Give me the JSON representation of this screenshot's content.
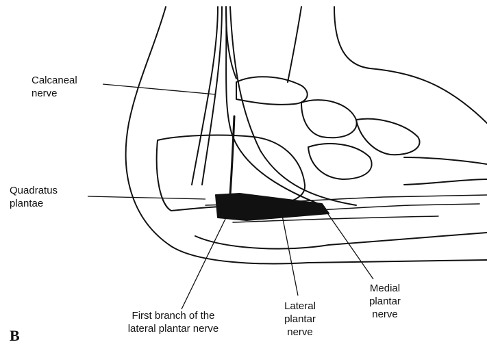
{
  "panel_letter": "B",
  "labels": {
    "calcaneal_nerve": [
      "Calcaneal",
      "nerve"
    ],
    "quadratus_plantae": [
      "Quadratus",
      "plantae"
    ],
    "first_branch": [
      "First branch of the",
      "lateral plantar nerve"
    ],
    "lateral_plantar_nerve": [
      "Lateral",
      "plantar",
      "nerve"
    ],
    "medial_plantar_nerve": [
      "Medial",
      "plantar",
      "nerve"
    ]
  }
}
